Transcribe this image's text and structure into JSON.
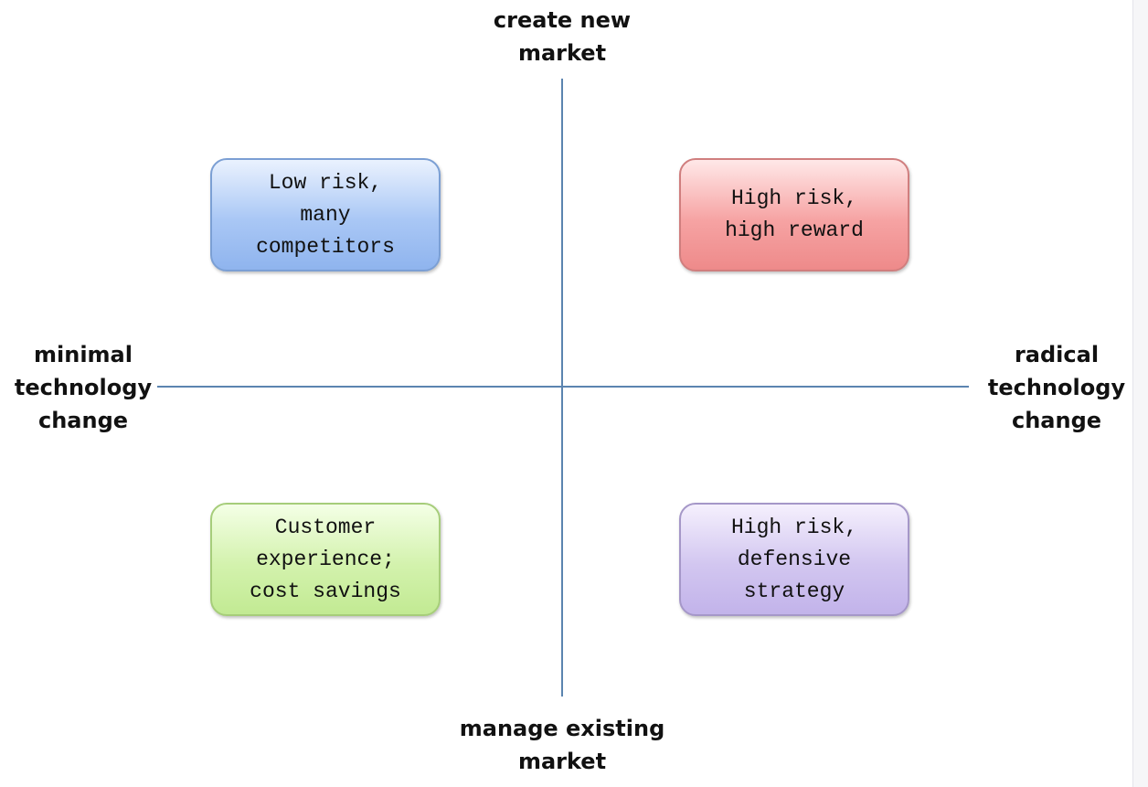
{
  "axes": {
    "top": "create new\nmarket",
    "bottom": "manage existing\nmarket",
    "left": "minimal\ntechnology\nchange",
    "right": "radical\ntechnology\nchange",
    "color": "#5b84b0"
  },
  "quadrants": {
    "top_left": {
      "text": "Low risk,\nmany\ncompetitors",
      "color": "#a9c7f5"
    },
    "top_right": {
      "text": "High risk,\nhigh reward",
      "color": "#f6a3a3"
    },
    "bottom_left": {
      "text": "Customer\nexperience;\ncost savings",
      "color": "#d3f2ad"
    },
    "bottom_right": {
      "text": "High risk,\ndefensive\nstrategy",
      "color": "#d2c6f0"
    }
  }
}
